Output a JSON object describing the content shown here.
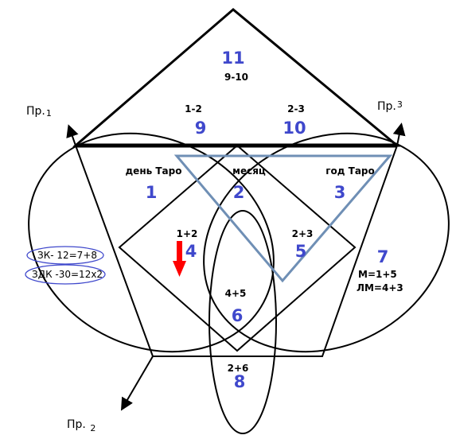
{
  "colors": {
    "number": "#3f48cc",
    "triangle": "#6f8fb5",
    "arrow": "#ff0000",
    "line": "#000000"
  },
  "axes": {
    "pr1": {
      "main": "Пр.",
      "sub": "1"
    },
    "pr2": {
      "main": "Пр. ",
      "sub": "2"
    },
    "pr3": {
      "main": "Пр.",
      "sub": "3"
    }
  },
  "cells": {
    "c11": {
      "number": "11",
      "formula": "9-10"
    },
    "c9": {
      "number": "9",
      "formula": "1-2"
    },
    "c10": {
      "number": "10",
      "formula": "2-3"
    },
    "c1": {
      "number": "1",
      "label": "день Таро"
    },
    "c2": {
      "number": "2",
      "label": "месяц"
    },
    "c3": {
      "number": "3",
      "label": "год Таро"
    },
    "c4": {
      "number": "4",
      "formula": "1+2"
    },
    "c5": {
      "number": "5",
      "formula": "2+3"
    },
    "c6": {
      "number": "6",
      "formula": "4+5"
    },
    "c7": {
      "number": "7",
      "formula1": "М=1+5",
      "formula2": "ЛМ=4+3"
    },
    "c8": {
      "number": "8",
      "formula": "2+6"
    }
  },
  "side_notes": {
    "zk": "ЗК- 12=7+8",
    "zdk": "ЗДК -30=12х2"
  }
}
